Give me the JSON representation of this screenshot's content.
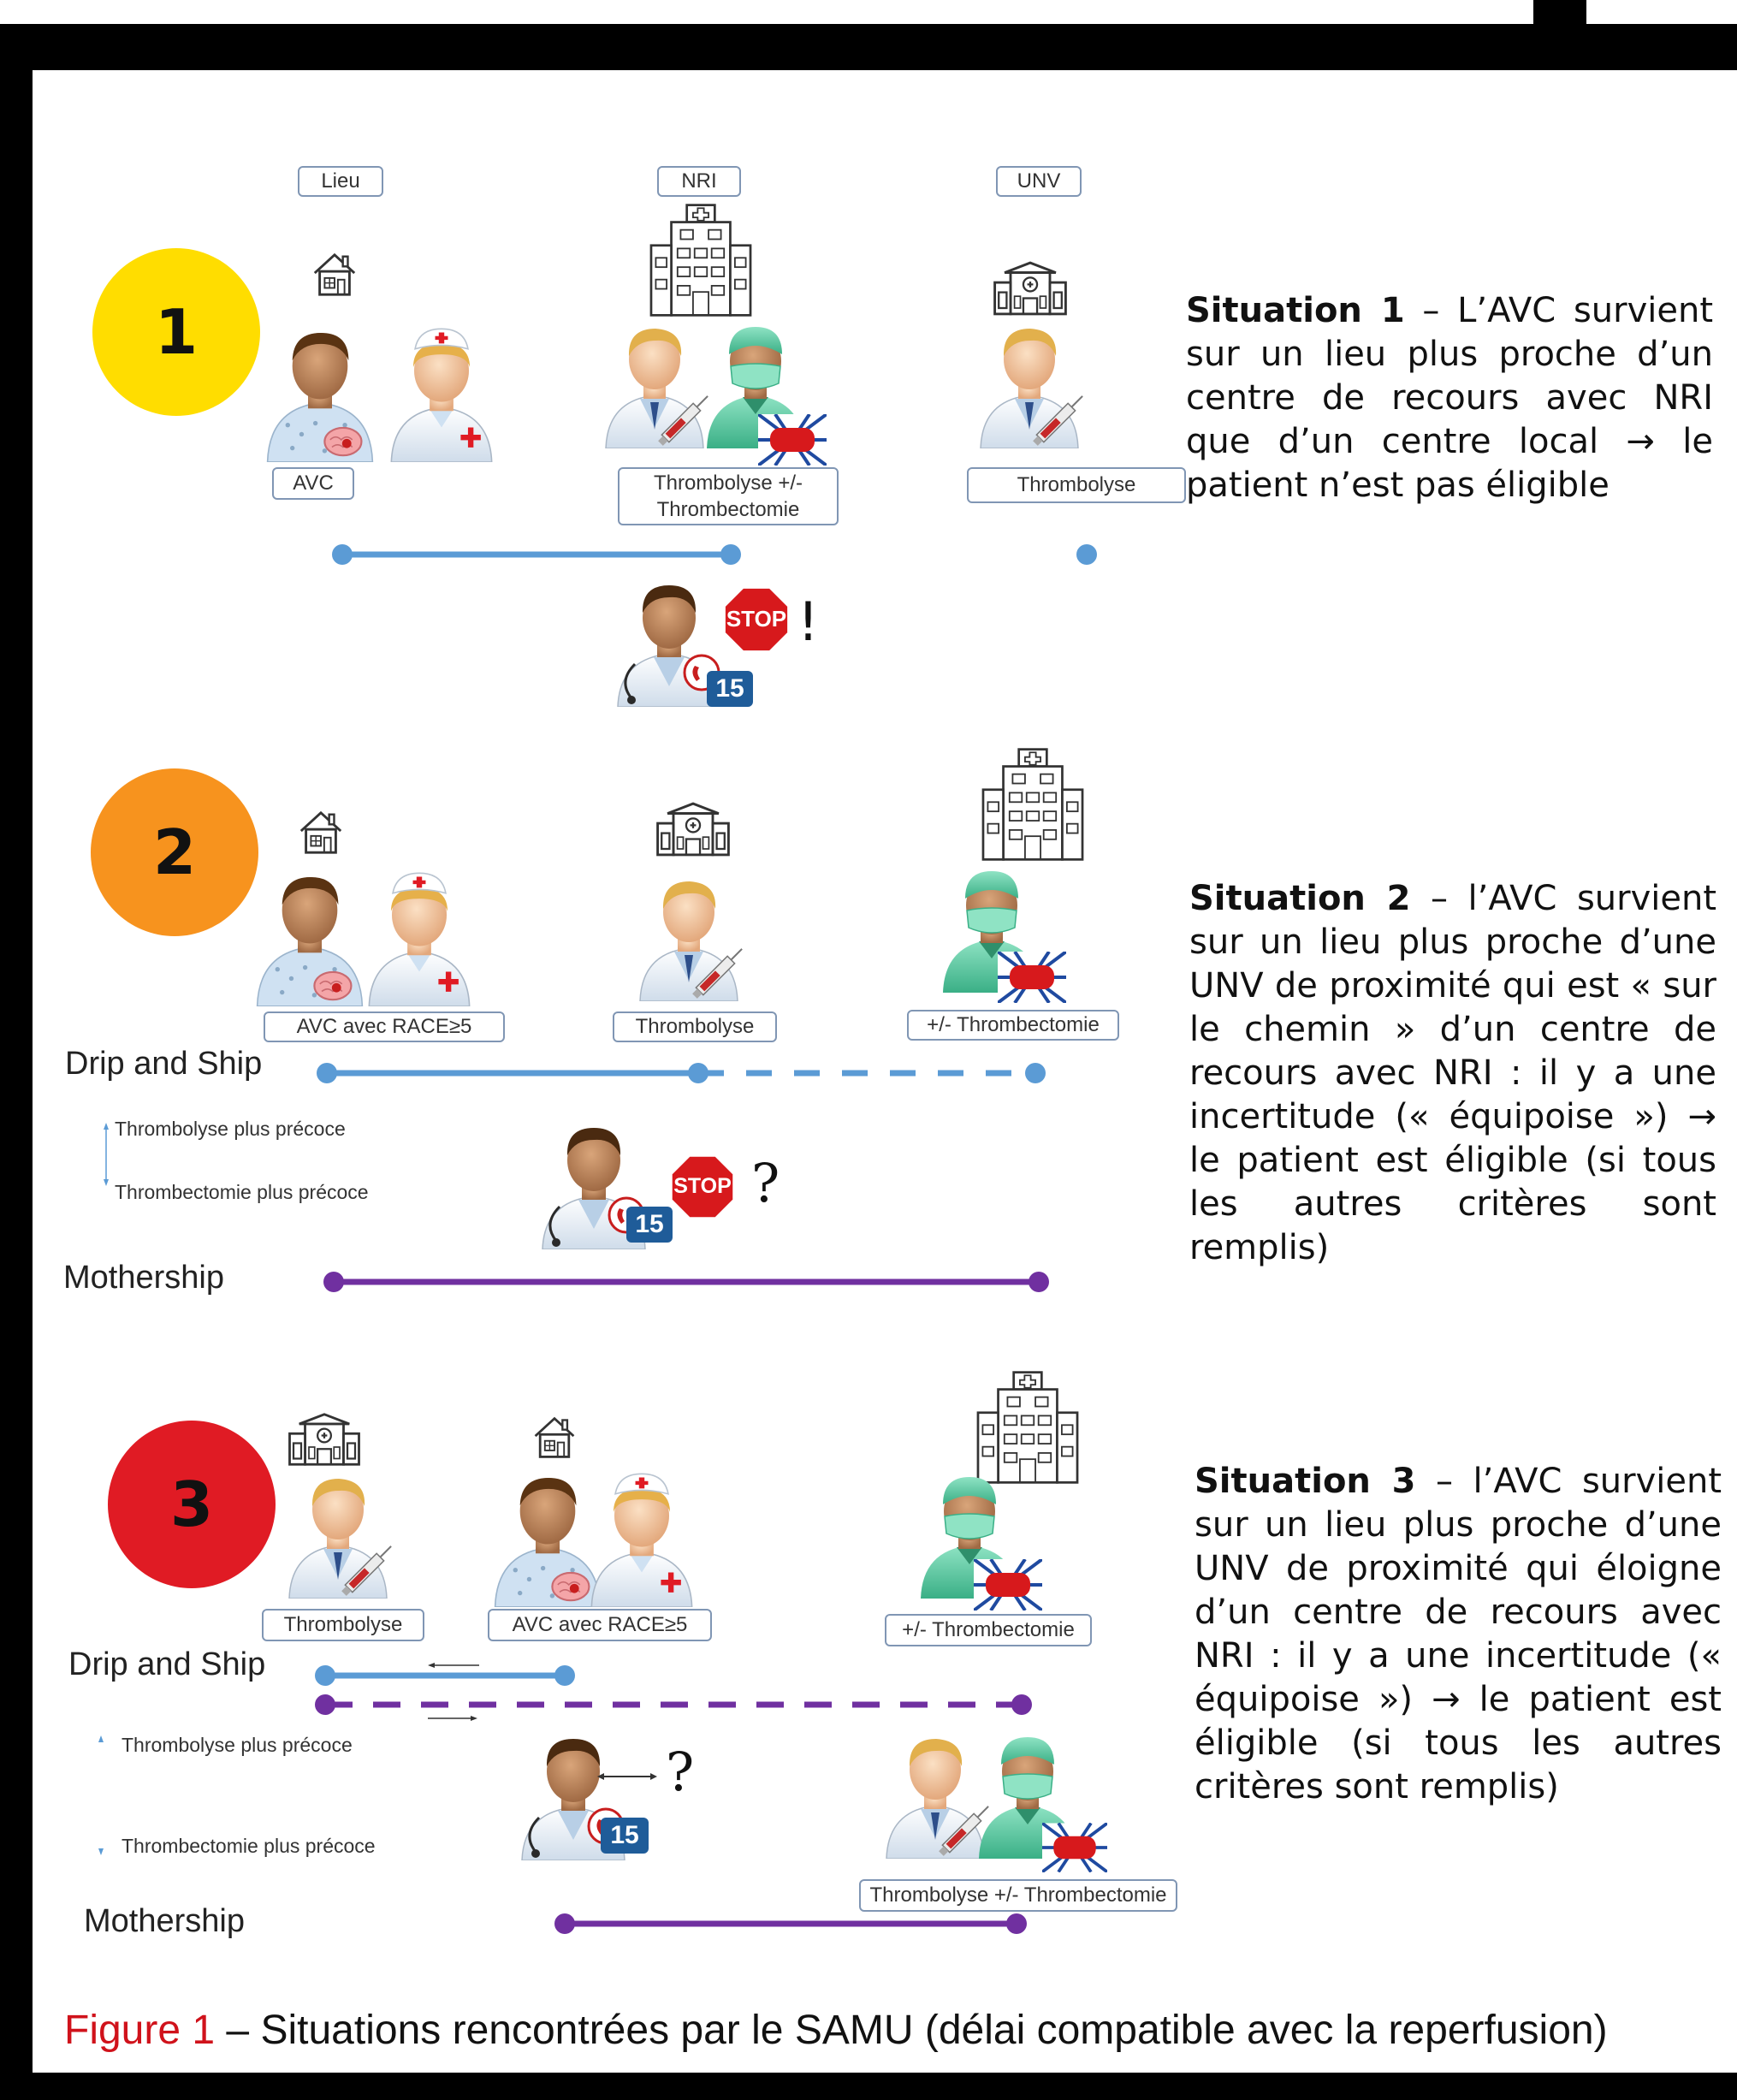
{
  "columns": {
    "lieu": "Lieu",
    "nri": "NRI",
    "unv": "UNV"
  },
  "s1": {
    "number": "1",
    "color": "#FFDD00",
    "label_avc": "AVC",
    "label_nri": "Thrombolyse +/-\nThrombectomie",
    "label_unv": "Thrombolyse",
    "stop": "STOP",
    "mark": "!",
    "samu": "15",
    "text_title": "Situation 1",
    "text_body": " – L’AVC survient sur un lieu plus proche d’un centre de recours avec NRI que d’un centre local → le patient n’est pas éligible"
  },
  "s2": {
    "number": "2",
    "color": "#F7931E",
    "label_avc": "AVC avec RACE≥5",
    "label_thrombolyse": "Thrombolyse",
    "label_thrombectomie": "+/- Thrombectomie",
    "drip_ship": "Drip and Ship",
    "mothership": "Mothership",
    "legend_up": "Thrombolyse plus précoce",
    "legend_down": "Thrombectomie plus précoce",
    "stop": "STOP",
    "mark": "?",
    "samu": "15",
    "text_title": "Situation 2",
    "text_body": " – l’AVC survient sur un lieu plus proche d’une UNV de proximité qui est « sur le chemin » d’un centre de recours avec NRI : il y a une incertitude (« équipoise ») → le patient est éligible (si tous les autres critères sont remplis)"
  },
  "s3": {
    "number": "3",
    "color": "#E01B24",
    "label_thrombolyse": "Thrombolyse",
    "label_avc": "AVC avec RACE≥5",
    "label_thrombectomie": "+/- Thrombectomie",
    "label_both": "Thrombolyse +/- Thrombectomie",
    "drip_ship": "Drip and Ship",
    "mothership": "Mothership",
    "legend_up": "Thrombolyse plus précoce",
    "legend_down": "Thrombectomie plus précoce",
    "mark": "?",
    "samu": "15",
    "text_title": "Situation 3",
    "text_body": " – l’AVC survient sur un lieu plus proche d’une UNV de proximité qui éloigne d’un centre de recours avec NRI : il y a une incertitude (« équipoise ») → le patient est éligible (si tous les autres critères sont remplis)"
  },
  "caption": {
    "label": "Figure 1",
    "text": " – Situations rencontrées par le SAMU (délai compatible avec la reperfusion)"
  },
  "colors": {
    "line_blue": "#5b9bd5",
    "line_purple": "#7030a0",
    "stop_red": "#d7191c",
    "badge_blue": "#1f5c99"
  },
  "icons": [
    "house-icon",
    "hospital-large-icon",
    "hospital-small-icon",
    "patient-icon",
    "nurse-icon",
    "doctor-icon",
    "surgeon-icon",
    "regulator-doctor-icon",
    "phone-icon",
    "stop-sign-icon",
    "brain-icon"
  ]
}
